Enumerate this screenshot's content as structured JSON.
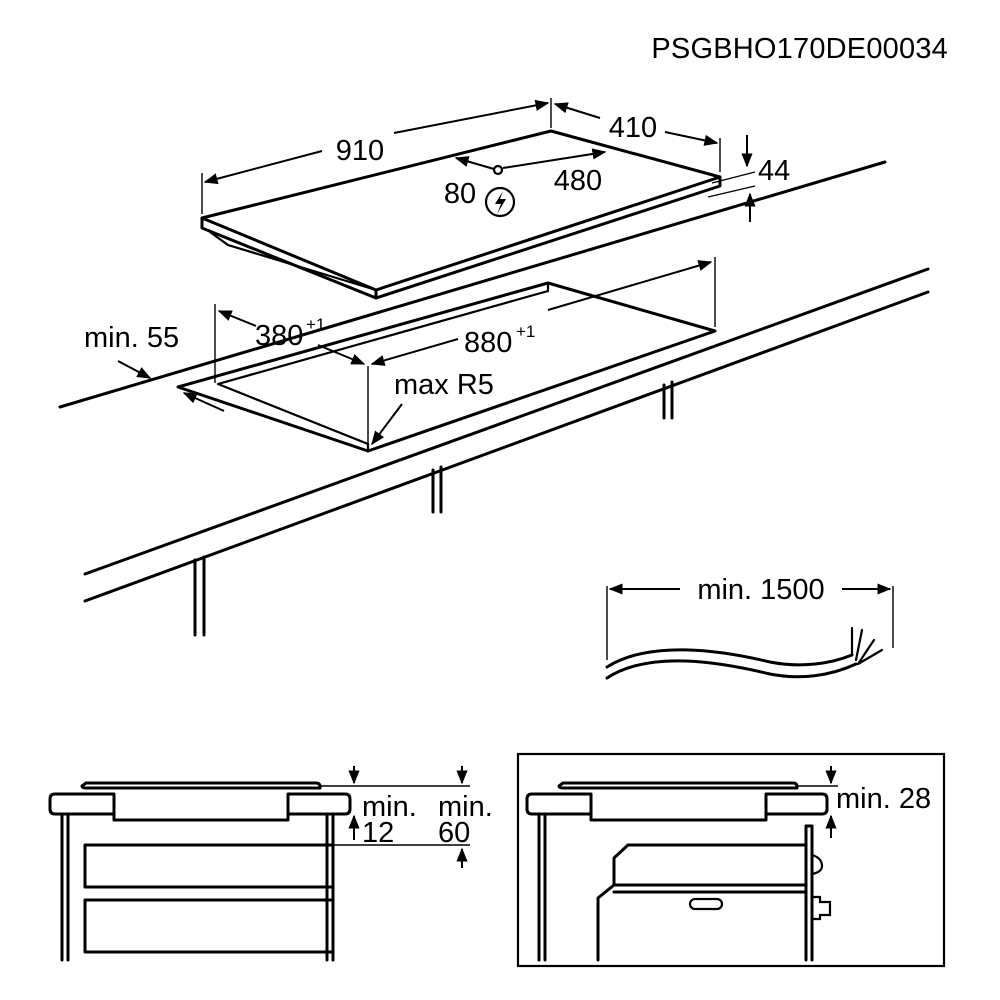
{
  "document_code": "PSGBHO170DE00034",
  "hob": {
    "width": "910",
    "depth": "410",
    "height": "44",
    "connection_offset_x": "80",
    "connection_offset_y": "480",
    "power_icon": "lightning-bolt-icon"
  },
  "cutout": {
    "depth": "380",
    "depth_tolerance": "+1",
    "width": "880",
    "width_tolerance": "+1",
    "corner_radius": "max R5",
    "front_edge_min": "min. 55"
  },
  "cable": {
    "length": "min. 1500"
  },
  "drawer_installation": {
    "gap_label": "min.",
    "gap_value": "12",
    "clearance_label": "min.",
    "clearance_value": "60"
  },
  "oven_installation": {
    "clearance": "min. 28"
  }
}
